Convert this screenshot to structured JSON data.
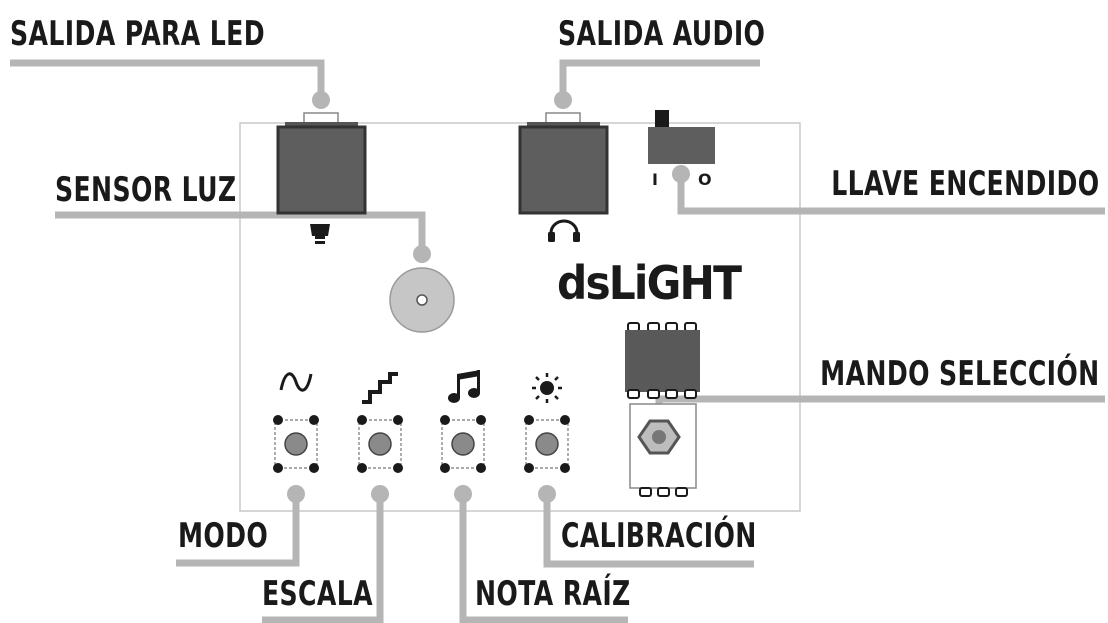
{
  "labels": {
    "salida_led": "SALIDA PARA LED",
    "salida_audio": "SALIDA AUDIO",
    "sensor_luz": "SENSOR LUZ",
    "llave_encendido": "LLAVE ENCENDIDO",
    "mando_seleccion": "MANDO SELECCIÓN",
    "modo": "MODO",
    "escala": "ESCALA",
    "nota_raiz": "NOTA RAÍZ",
    "calibracion": "CALIBRACIÓN"
  },
  "brand": "dsLiGHT",
  "switch_marks": {
    "on": "I",
    "off": "O"
  },
  "colors": {
    "leader": "#b5b5b5",
    "dark": "#5a5a5a",
    "ink": "#1a1a1a",
    "board_border": "#c8c8c8"
  },
  "icons": {
    "led_output": "led-bulb-icon",
    "audio_output": "headphones-icon",
    "modo": "sine-wave-icon",
    "escala": "staircase-icon",
    "nota_raiz": "music-note-icon",
    "calibracion": "sun-icon"
  }
}
